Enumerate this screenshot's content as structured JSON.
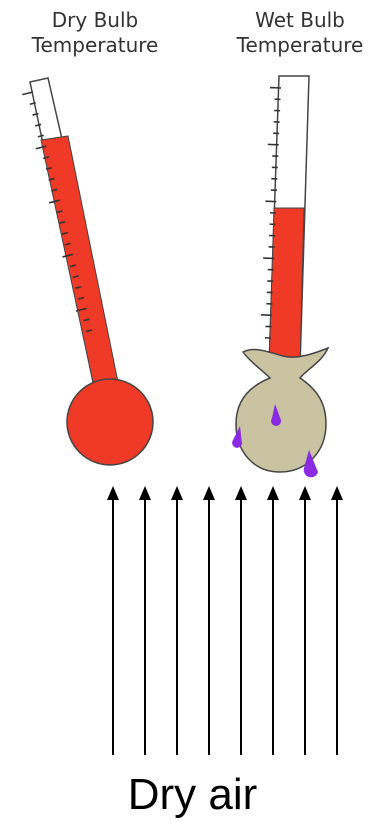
{
  "labels": {
    "dry_line1": "Dry Bulb",
    "dry_line2": "Temperature",
    "wet_line1": "Wet Bulb",
    "wet_line2": "Temperature"
  },
  "caption": "Dry air",
  "colors": {
    "mercury": "#ee3a26",
    "outline": "#444444",
    "wick": "#c9c3a1",
    "water_drop": "#8a2be2",
    "arrow": "#000000"
  },
  "thermometers": [
    {
      "name": "dry-bulb",
      "fill_level": 0.78
    },
    {
      "name": "wet-bulb",
      "fill_level": 0.54
    }
  ],
  "airflow_arrow_count": 8
}
